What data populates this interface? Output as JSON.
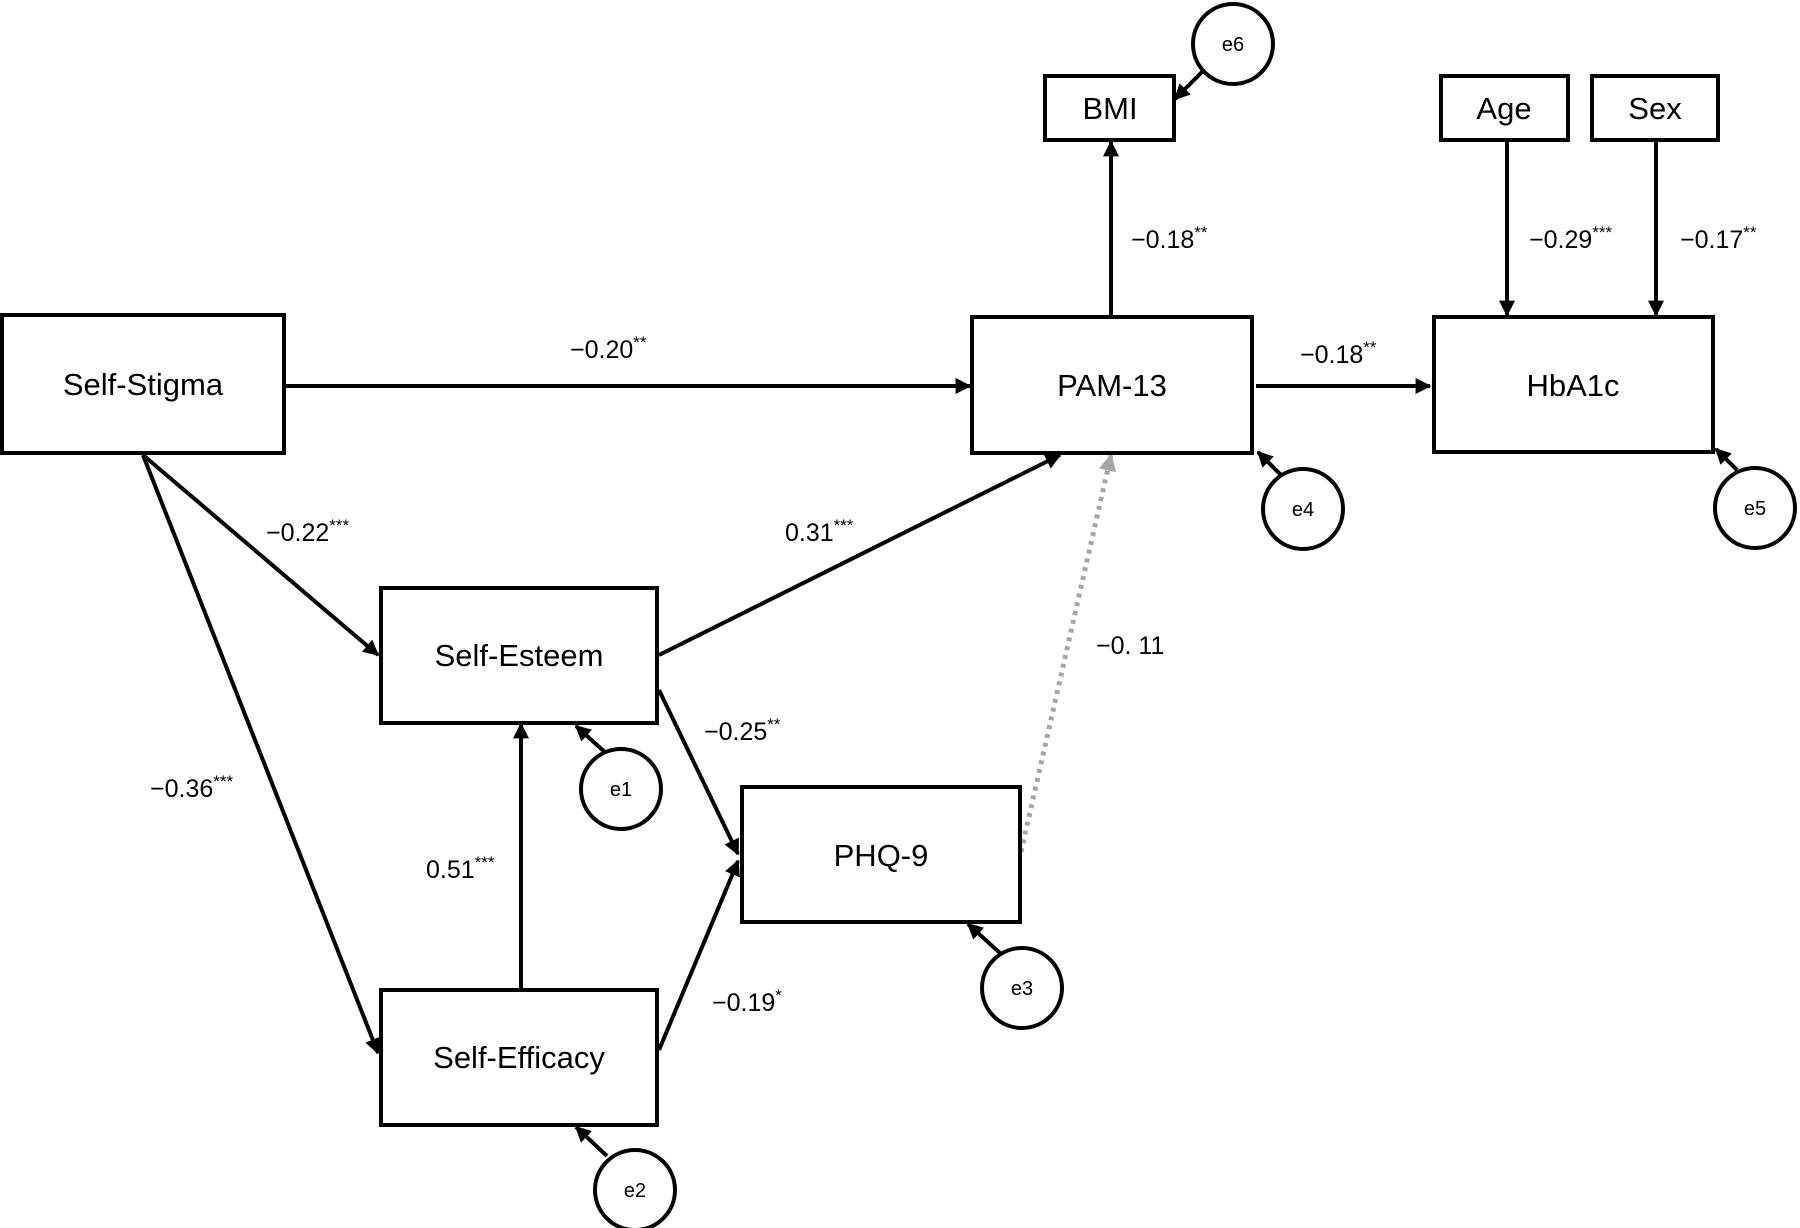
{
  "nodes": {
    "self_stigma": "Self-Stigma",
    "pam13": "PAM-13",
    "hba1c": "HbA1c",
    "bmi": "BMI",
    "age": "Age",
    "sex": "Sex",
    "self_esteem": "Self-Esteem",
    "self_efficacy": "Self-Efficacy",
    "phq9": "PHQ-9"
  },
  "errors": {
    "e1": "e1",
    "e2": "e2",
    "e3": "e3",
    "e4": "e4",
    "e5": "e5",
    "e6": "e6"
  },
  "paths": {
    "stigma_pam": {
      "value": "−0.20",
      "sig": "**"
    },
    "pam_hba1c": {
      "value": "−0.18",
      "sig": "**"
    },
    "pam_bmi": {
      "value": "−0.18",
      "sig": "**"
    },
    "age_hba1c": {
      "value": "−0.29",
      "sig": "***"
    },
    "sex_hba1c": {
      "value": "−0.17",
      "sig": "**"
    },
    "stigma_esteem": {
      "value": "−0.22",
      "sig": "***"
    },
    "esteem_pam": {
      "value": "0.31",
      "sig": "***"
    },
    "phq_pam": {
      "value": "−0. 11",
      "sig": ""
    },
    "stigma_efficacy": {
      "value": "−0.36",
      "sig": "***"
    },
    "esteem_phq": {
      "value": "−0.25",
      "sig": "**"
    },
    "efficacy_esteem": {
      "value": "0.51",
      "sig": "***"
    },
    "efficacy_phq": {
      "value": "−0.19",
      "sig": "*"
    }
  },
  "colors": {
    "stroke": "#000000",
    "nonsignificant_path": "#a6a6a6",
    "background": "#ffffff"
  }
}
